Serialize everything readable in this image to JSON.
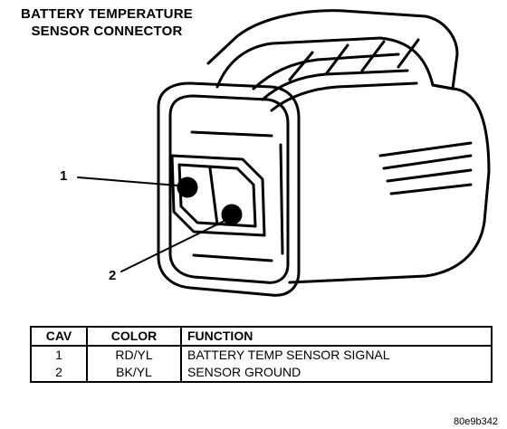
{
  "title": {
    "line1": "BATTERY TEMPERATURE",
    "line2": "SENSOR CONNECTOR"
  },
  "callouts": [
    "1",
    "2"
  ],
  "table": {
    "headers": [
      "CAV",
      "COLOR",
      "FUNCTION"
    ],
    "rows": [
      {
        "cav": "1",
        "color": "RD/YL",
        "function": "BATTERY TEMP SENSOR SIGNAL"
      },
      {
        "cav": "2",
        "color": "BK/YL",
        "function": "SENSOR GROUND"
      }
    ]
  },
  "figure_code": "80e9b342"
}
